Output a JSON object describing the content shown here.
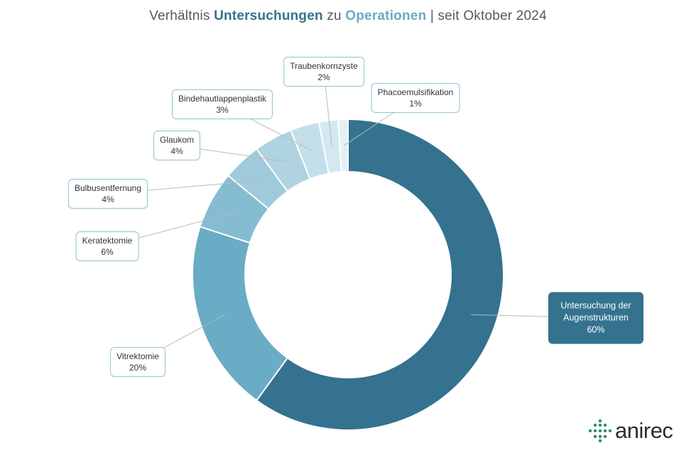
{
  "title": {
    "part1": "Verhältnis ",
    "part2": "Untersuchungen",
    "part3": " zu ",
    "part4": "Operationen",
    "part5": " | seit Oktober 2024"
  },
  "colors": {
    "title_highlight_1": "#34728f",
    "title_highlight_2": "#6aabc5"
  },
  "chart_data": {
    "type": "pie",
    "title": "Verhältnis Untersuchungen zu Operationen | seit Oktober 2024",
    "donut": true,
    "categories": [
      "Untersuchung der Augenstrukturen",
      "Vitrektomie",
      "Keratektomie",
      "Bulbusentfernung",
      "Glaukom",
      "Bindehautlappenplastik",
      "Traubenkornzyste",
      "Phacoemulsifikation"
    ],
    "values": [
      60,
      20,
      6,
      4,
      4,
      3,
      2,
      1
    ],
    "labels": [
      "60%",
      "20%",
      "6%",
      "4%",
      "4%",
      "3%",
      "2%",
      "1%"
    ],
    "colors": [
      "#34728f",
      "#6aabc5",
      "#86bcd1",
      "#9fcadb",
      "#b0d3e1",
      "#c3dfe9",
      "#d4e8f0",
      "#e3f0f5"
    ]
  },
  "logo": {
    "text": "anirec",
    "icon": "dot-grid-icon",
    "color": "#2e8b6e"
  }
}
